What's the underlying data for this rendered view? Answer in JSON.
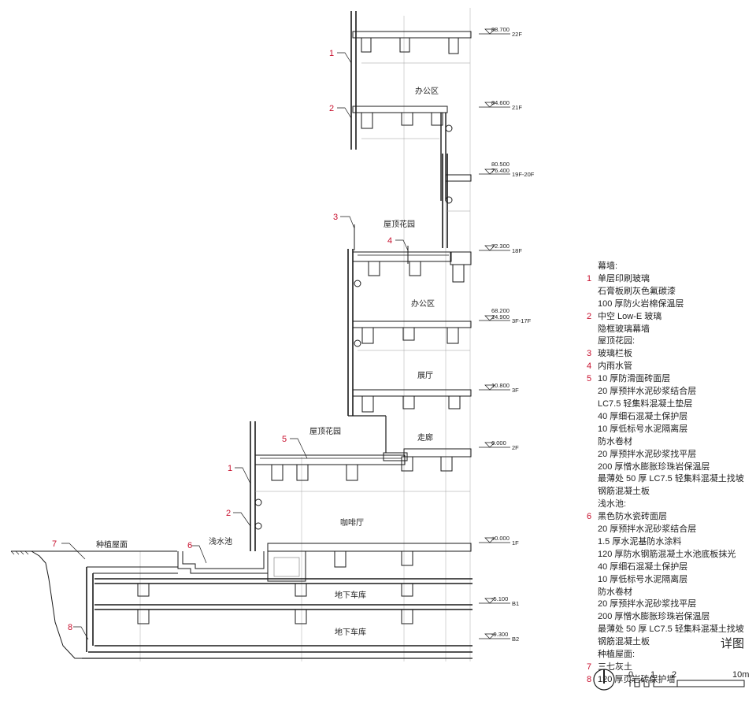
{
  "accent_color": "#c8102e",
  "rooms": {
    "office_top": "办公区",
    "roof_garden_top": "屋顶花园",
    "office_mid": "办公区",
    "exhibition": "展厅",
    "roof_garden_low": "屋顶花园",
    "corridor": "走廊",
    "cafe": "咖啡厅",
    "shallow_pool": "浅水池",
    "planted_roof": "种植屋面",
    "garage_b1": "地下车库",
    "garage_b2": "地下车库"
  },
  "levels": [
    {
      "elev": "88.700",
      "floor": "22F"
    },
    {
      "elev": "84.600",
      "floor": "21F"
    },
    {
      "elev": "80.500",
      "floor": ""
    },
    {
      "elev": "76.400",
      "floor": "19F-20F"
    },
    {
      "elev": "72.300",
      "floor": "18F"
    },
    {
      "elev": "68.200",
      "floor": ""
    },
    {
      "elev": "14.900",
      "floor": "3F-17F"
    },
    {
      "elev": "10.800",
      "floor": "3F"
    },
    {
      "elev": "6.000",
      "floor": "2F"
    },
    {
      "elev": "±0.000",
      "floor": "1F"
    },
    {
      "elev": "-5.100",
      "floor": "B1"
    },
    {
      "elev": "-9.300",
      "floor": "B2"
    }
  ],
  "callouts": [
    "1",
    "2",
    "3",
    "4",
    "5",
    "1",
    "2",
    "6",
    "7",
    "8"
  ],
  "legend": [
    {
      "num": "",
      "text": "幕墙:"
    },
    {
      "num": "1",
      "text": "单层印刷玻璃"
    },
    {
      "num": "",
      "text": "石膏板刷灰色氟碳漆"
    },
    {
      "num": "",
      "text": "100 厚防火岩棉保温层"
    },
    {
      "num": "2",
      "text": "中空 Low-E 玻璃"
    },
    {
      "num": "",
      "text": "隐框玻璃幕墙"
    },
    {
      "num": "",
      "text": "屋顶花园:"
    },
    {
      "num": "3",
      "text": "玻璃栏板"
    },
    {
      "num": "4",
      "text": "内雨水管"
    },
    {
      "num": "5",
      "text": "10 厚防滑面砖面层"
    },
    {
      "num": "",
      "text": "20 厚预拌水泥砂浆结合层"
    },
    {
      "num": "",
      "text": "LC7.5 轻集料混凝土垫层"
    },
    {
      "num": "",
      "text": "40 厚细石混凝土保护层"
    },
    {
      "num": "",
      "text": "10 厚低标号水泥隔离层"
    },
    {
      "num": "",
      "text": "防水卷材"
    },
    {
      "num": "",
      "text": "20 厚预拌水泥砂浆找平层"
    },
    {
      "num": "",
      "text": "200 厚憎水膨胀珍珠岩保温层"
    },
    {
      "num": "",
      "text": "最薄处 50 厚 LC7.5 轻集料混凝土找坡"
    },
    {
      "num": "",
      "text": "钢筋混凝土板"
    },
    {
      "num": "",
      "text": "浅水池:"
    },
    {
      "num": "6",
      "text": "黑色防水瓷砖面层"
    },
    {
      "num": "",
      "text": "20 厚预拌水泥砂浆结合层"
    },
    {
      "num": "",
      "text": "1.5 厚水泥基防水涂料"
    },
    {
      "num": "",
      "text": "120 厚防水钢筋混凝土水池底板抹光"
    },
    {
      "num": "",
      "text": "40 厚细石混凝土保护层"
    },
    {
      "num": "",
      "text": "10 厚低标号水泥隔离层"
    },
    {
      "num": "",
      "text": "防水卷材"
    },
    {
      "num": "",
      "text": "20 厚预拌水泥砂浆找平层"
    },
    {
      "num": "",
      "text": "200 厚憎水膨胀珍珠岩保温层"
    },
    {
      "num": "",
      "text": "最薄处 50 厚 LC7.5 轻集料混凝土找坡"
    },
    {
      "num": "",
      "text": "钢筋混凝土板"
    },
    {
      "num": "",
      "text": "种植屋面:"
    },
    {
      "num": "7",
      "text": "三七灰土"
    },
    {
      "num": "8",
      "text": "120 厚页岩砖保护墙"
    }
  ],
  "detail_title": "详图",
  "scale_bar": {
    "labels": [
      "0",
      "1",
      "2",
      "10m"
    ]
  }
}
